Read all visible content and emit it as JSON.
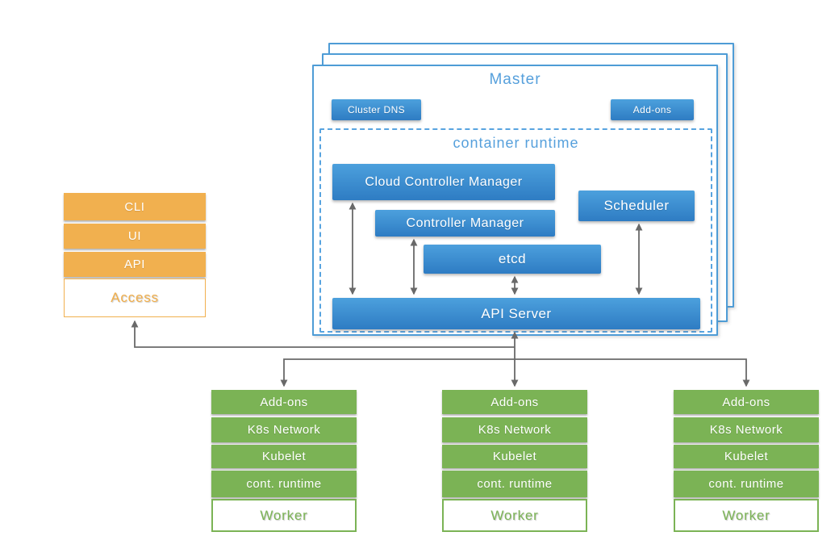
{
  "master": {
    "title": "Master",
    "badges": [
      {
        "label": "Cluster DNS"
      },
      {
        "label": "Add-ons"
      }
    ],
    "runtime_label": "container runtime",
    "components": [
      {
        "label": "Cloud Controller Manager"
      },
      {
        "label": "Controller Manager"
      },
      {
        "label": "etcd"
      },
      {
        "label": "Scheduler"
      },
      {
        "label": "API Server"
      }
    ]
  },
  "access": {
    "items": [
      {
        "label": "CLI"
      },
      {
        "label": "UI"
      },
      {
        "label": "API"
      }
    ],
    "label": "Access"
  },
  "workers": [
    {
      "items": [
        {
          "label": "Add-ons"
        },
        {
          "label": "K8s Network"
        },
        {
          "label": "Kubelet"
        },
        {
          "label": "cont. runtime"
        }
      ],
      "label": "Worker"
    },
    {
      "items": [
        {
          "label": "Add-ons"
        },
        {
          "label": "K8s Network"
        },
        {
          "label": "Kubelet"
        },
        {
          "label": "cont. runtime"
        }
      ],
      "label": "Worker"
    },
    {
      "items": [
        {
          "label": "Add-ons"
        },
        {
          "label": "K8s Network"
        },
        {
          "label": "Kubelet"
        },
        {
          "label": "cont. runtime"
        }
      ],
      "label": "Worker"
    }
  ],
  "colors": {
    "master_border_blue": "#4e9cd6",
    "component_blue_top": "#4ca0dd",
    "component_blue_bottom": "#2e7cc3",
    "heading_blue": "#56a0dc",
    "access_orange": "#f1b04f",
    "worker_green": "#7bb355",
    "connector_gray": "#696969"
  }
}
